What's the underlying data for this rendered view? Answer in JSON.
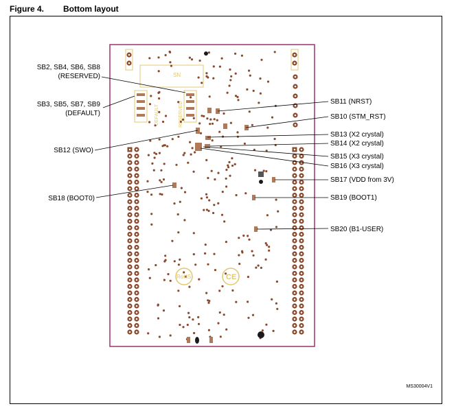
{
  "figure": {
    "number": "Figure 4.",
    "title": "Bottom layout"
  },
  "board": {
    "sn_label": "SN",
    "default_label": "DEFAULT",
    "reserved_label": "RESERVED",
    "rohs_label": "RoHS",
    "ce_label": "CE"
  },
  "left_labels": [
    {
      "id": "sb2-sb8",
      "lines": [
        "SB2, SB4, SB6, SB8",
        "(RESERVED)"
      ]
    },
    {
      "id": "sb3-sb9",
      "lines": [
        "SB3, SB5, SB7, SB9",
        "(DEFAULT)"
      ]
    },
    {
      "id": "sb12",
      "lines": [
        "SB12 (SWO)"
      ]
    },
    {
      "id": "sb18",
      "lines": [
        "SB18 (BOOT0)"
      ]
    }
  ],
  "right_labels": [
    {
      "id": "sb11",
      "text": "SB11 (NRST)"
    },
    {
      "id": "sb10",
      "text": "SB10 (STM_RST)"
    },
    {
      "id": "sb13",
      "text": "SB13 (X2 crystal)"
    },
    {
      "id": "sb14",
      "text": "SB14 (X2 crystal)"
    },
    {
      "id": "sb15",
      "text": "SB15 (X3 crystal)"
    },
    {
      "id": "sb16",
      "text": "SB16 (X3 crystal)"
    },
    {
      "id": "sb17",
      "text": "SB17 (VDD from 3V)"
    },
    {
      "id": "sb19",
      "text": "SB19 (BOOT1)"
    },
    {
      "id": "sb20",
      "text": "SB20 (B1-USER)"
    }
  ],
  "doc_code": "MS30004V1",
  "colors": {
    "board_outline": "#a0306e",
    "pad": "#8a4a2e",
    "silk": "#e0c870",
    "component": "#b07a5a",
    "hole": "#1a1a1a"
  }
}
